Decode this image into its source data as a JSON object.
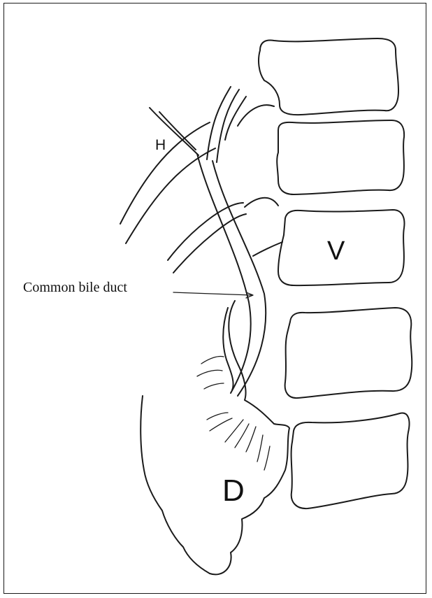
{
  "labels": {
    "common_bile_duct": "Common bile duct",
    "hepatic": "H",
    "vertebra": "V",
    "duodenum": "D"
  },
  "colors": {
    "ink": "#1a1a1a",
    "background": "#ffffff"
  }
}
